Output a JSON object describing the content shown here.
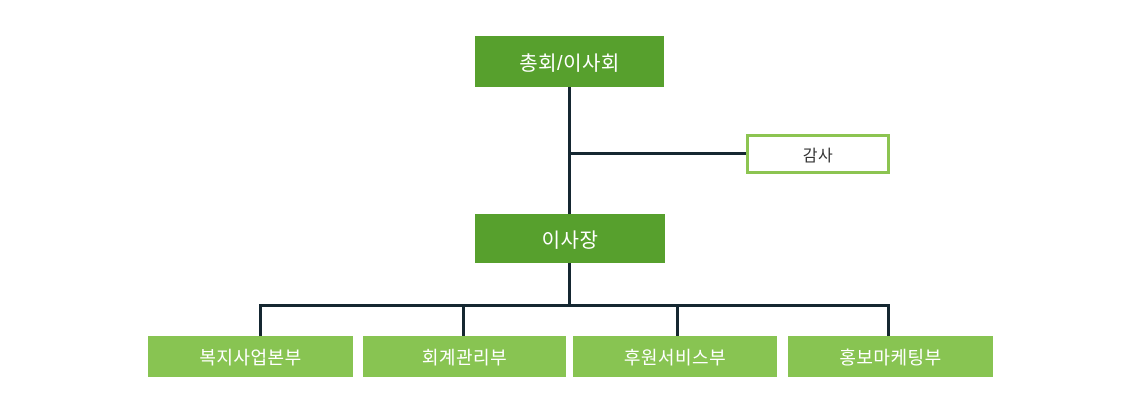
{
  "org_chart": {
    "type": "org-chart",
    "root": {
      "label": "총회/이사회"
    },
    "audit": {
      "label": "감사"
    },
    "chairman": {
      "label": "이사장"
    },
    "departments": [
      {
        "label": "복지사업본부"
      },
      {
        "label": "회계관리부"
      },
      {
        "label": "후원서비스부"
      },
      {
        "label": "홍보마케팅부"
      }
    ],
    "edges": [
      {
        "from": "총회/이사회",
        "to": "이사장"
      },
      {
        "from": "총회/이사회-이사장",
        "to": "감사"
      },
      {
        "from": "이사장",
        "to": "복지사업본부"
      },
      {
        "from": "이사장",
        "to": "회계관리부"
      },
      {
        "from": "이사장",
        "to": "후원서비스부"
      },
      {
        "from": "이사장",
        "to": "홍보마케팅부"
      }
    ]
  },
  "colors": {
    "primary_box_bg": "#57A02D",
    "department_box_bg": "#88C452",
    "audit_border": "#8CC451",
    "connector_line": "#152731",
    "box_text": "#FFFFFF",
    "audit_text": "#333333",
    "page_bg": "#FFFFFF"
  }
}
